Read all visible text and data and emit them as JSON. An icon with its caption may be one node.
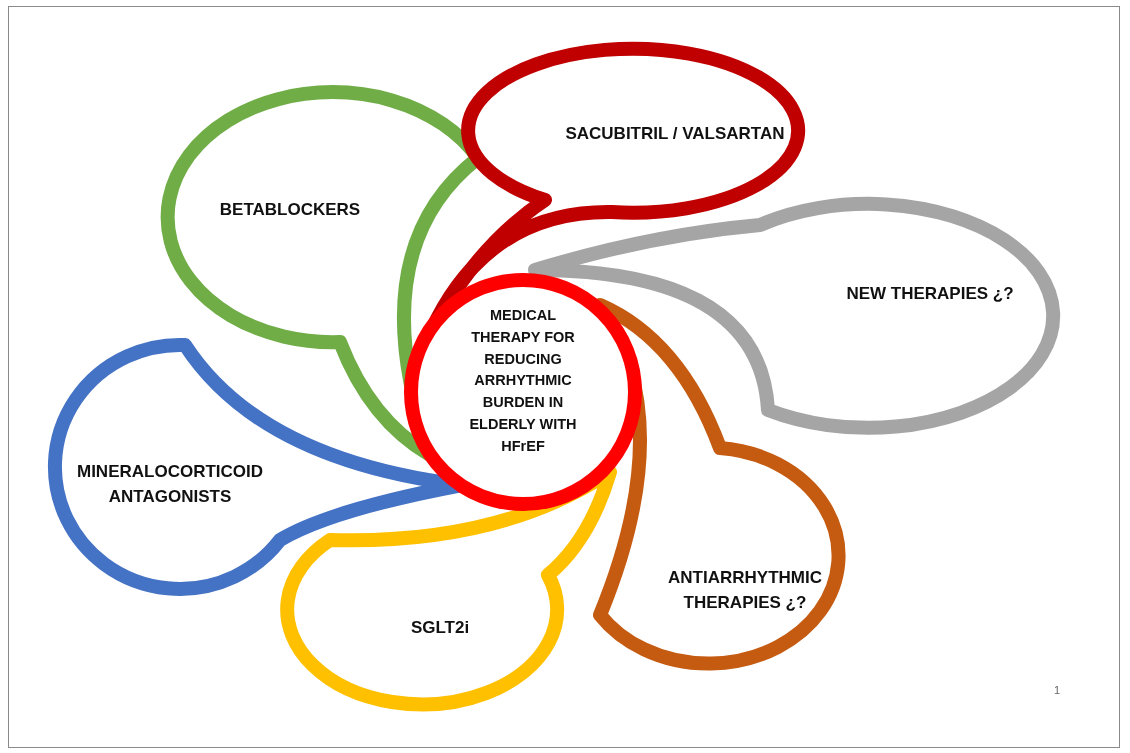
{
  "diagram": {
    "nodes": [
      {
        "text": [
          "MEDICAL THERAPY FOR REDUCING ARRHYTHMIC BURDEN IN ELDERLY WITH HFrEF"
        ]
      },
      {
        "text": [
          "BETABLOCKERS"
        ]
      },
      {
        "text": [
          "SACUBITRIL / VALSARTAN"
        ]
      },
      {
        "text": [
          "NEW THERAPIES ¿?"
        ]
      },
      {
        "text": [
          "ANTIARRHYTHMIC THERAPIES ¿?"
        ]
      },
      {
        "text": [
          "SGLT2i"
        ]
      },
      {
        "text": [
          "MINERALOCORTICOID ANTAGONISTS"
        ]
      }
    ],
    "labels": [
      "1"
    ]
  }
}
